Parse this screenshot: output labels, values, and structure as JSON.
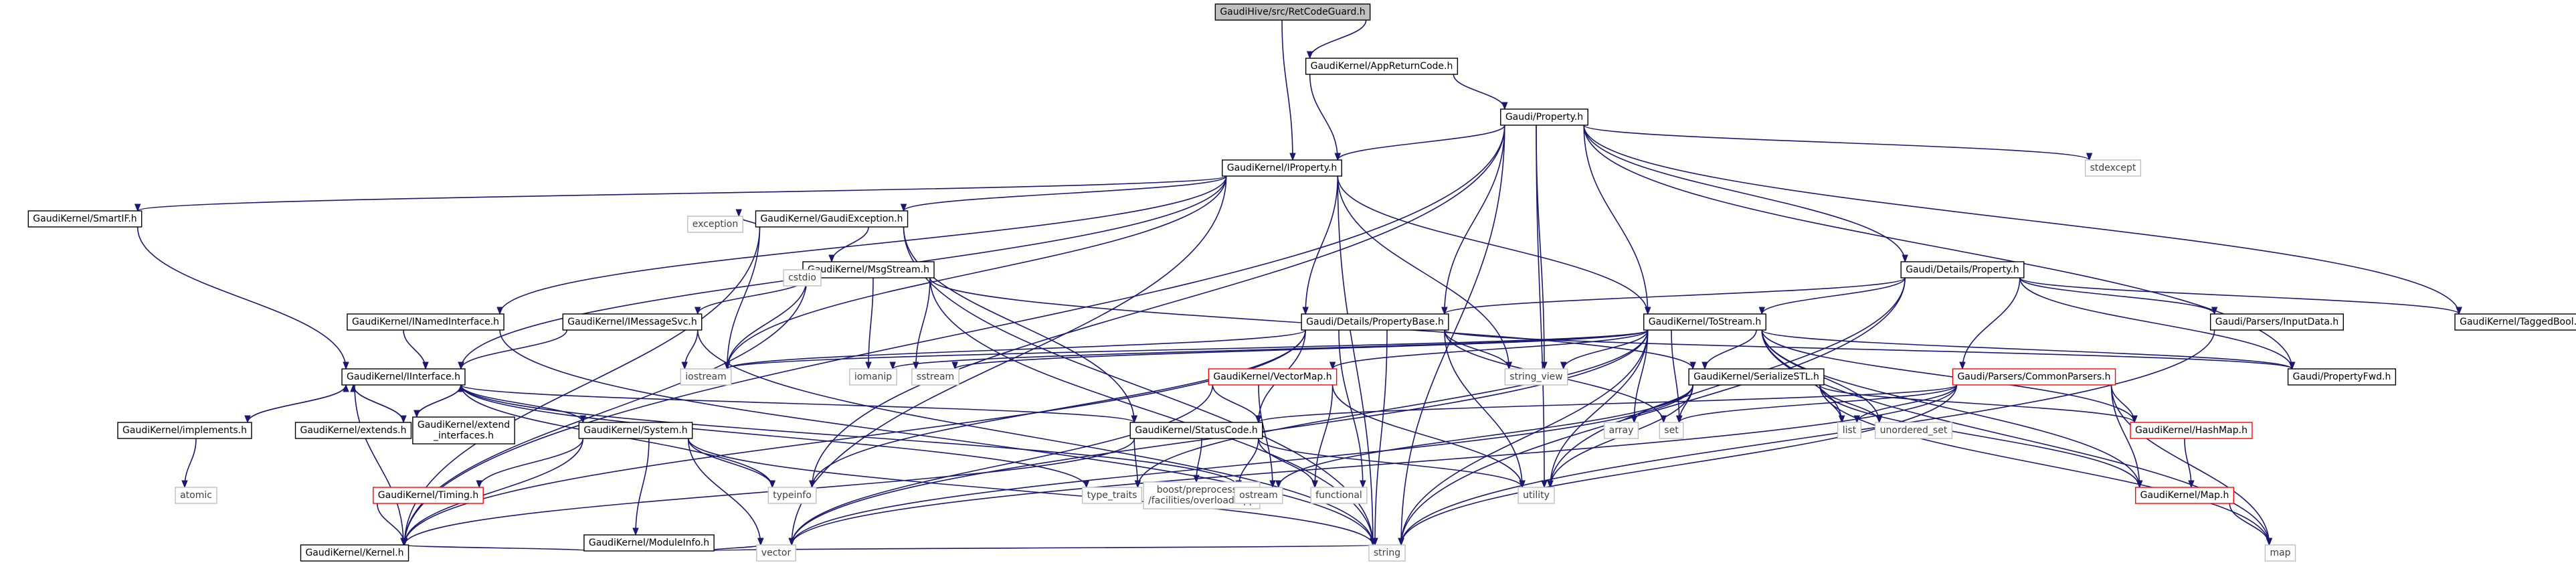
{
  "graph": {
    "nodes": [
      {
        "id": "n_root",
        "label": "GaudiHive/src/RetCodeGuard.h",
        "style": "root"
      },
      {
        "id": "n_apprc",
        "label": "GaudiKernel/AppReturnCode.h",
        "style": "box"
      },
      {
        "id": "n_prop",
        "label": "Gaudi/Property.h",
        "style": "box"
      },
      {
        "id": "n_iprop",
        "label": "GaudiKernel/IProperty.h",
        "style": "box"
      },
      {
        "id": "n_stdexcept",
        "label": "stdexcept",
        "style": "leaf"
      },
      {
        "id": "n_smartif",
        "label": "GaudiKernel/SmartIF.h",
        "style": "box"
      },
      {
        "id": "n_gexc",
        "label": "GaudiKernel/GaudiException.h",
        "style": "box"
      },
      {
        "id": "n_exception",
        "label": "exception",
        "style": "leaf"
      },
      {
        "id": "n_msgstream",
        "label": "GaudiKernel/MsgStream.h",
        "style": "box"
      },
      {
        "id": "n_cstdio",
        "label": "cstdio",
        "style": "leaf"
      },
      {
        "id": "n_detprop",
        "label": "Gaudi/Details/Property.h",
        "style": "box"
      },
      {
        "id": "n_inamed",
        "label": "GaudiKernel/INamedInterface.h",
        "style": "box"
      },
      {
        "id": "n_imsgsvc",
        "label": "GaudiKernel/IMessageSvc.h",
        "style": "box"
      },
      {
        "id": "n_propbase",
        "label": "Gaudi/Details/PropertyBase.h",
        "style": "box"
      },
      {
        "id": "n_tostream",
        "label": "GaudiKernel/ToStream.h",
        "style": "box"
      },
      {
        "id": "n_inputdata",
        "label": "Gaudi/Parsers/InputData.h",
        "style": "box"
      },
      {
        "id": "n_taggedbool",
        "label": "GaudiKernel/TaggedBool.h",
        "style": "box"
      },
      {
        "id": "n_iinterface",
        "label": "GaudiKernel/IInterface.h",
        "style": "box"
      },
      {
        "id": "n_iostream",
        "label": "iostream",
        "style": "leaf"
      },
      {
        "id": "n_iomanip",
        "label": "iomanip",
        "style": "leaf"
      },
      {
        "id": "n_sstream",
        "label": "sstream",
        "style": "leaf"
      },
      {
        "id": "n_string_view",
        "label": "string_view",
        "style": "leaf"
      },
      {
        "id": "n_vectormap",
        "label": "GaudiKernel/VectorMap.h",
        "style": "red"
      },
      {
        "id": "n_serialize",
        "label": "GaudiKernel/SerializeSTL.h",
        "style": "box"
      },
      {
        "id": "n_commonparsers",
        "label": "Gaudi/Parsers/CommonParsers.h",
        "style": "red"
      },
      {
        "id": "n_propfwd",
        "label": "Gaudi/PropertyFwd.h",
        "style": "box"
      },
      {
        "id": "n_implements",
        "label": "GaudiKernel/implements.h",
        "style": "box"
      },
      {
        "id": "n_extends",
        "label": "GaudiKernel/extends.h",
        "style": "box"
      },
      {
        "id": "n_extendif",
        "label": "GaudiKernel/extend\n_interfaces.h",
        "style": "box"
      },
      {
        "id": "n_system",
        "label": "GaudiKernel/System.h",
        "style": "box"
      },
      {
        "id": "n_statuscode",
        "label": "GaudiKernel/StatusCode.h",
        "style": "box"
      },
      {
        "id": "n_array",
        "label": "array",
        "style": "leaf"
      },
      {
        "id": "n_set",
        "label": "set",
        "style": "leaf"
      },
      {
        "id": "n_list",
        "label": "list",
        "style": "leaf"
      },
      {
        "id": "n_unordered_set",
        "label": "unordered_set",
        "style": "leaf"
      },
      {
        "id": "n_hashmap",
        "label": "GaudiKernel/HashMap.h",
        "style": "red"
      },
      {
        "id": "n_atomic",
        "label": "atomic",
        "style": "leaf"
      },
      {
        "id": "n_timing",
        "label": "GaudiKernel/Timing.h",
        "style": "red"
      },
      {
        "id": "n_typeinfo",
        "label": "typeinfo",
        "style": "leaf"
      },
      {
        "id": "n_type_traits",
        "label": "type_traits",
        "style": "leaf"
      },
      {
        "id": "n_boostpp",
        "label": "boost/preprocessor\n/facilities/overload.hpp",
        "style": "leaf"
      },
      {
        "id": "n_ostream",
        "label": "ostream",
        "style": "leaf"
      },
      {
        "id": "n_functional",
        "label": "functional",
        "style": "leaf"
      },
      {
        "id": "n_utility",
        "label": "utility",
        "style": "leaf"
      },
      {
        "id": "n_map_h",
        "label": "GaudiKernel/Map.h",
        "style": "red"
      },
      {
        "id": "n_moduleinfo",
        "label": "GaudiKernel/ModuleInfo.h",
        "style": "box"
      },
      {
        "id": "n_kernel",
        "label": "GaudiKernel/Kernel.h",
        "style": "box"
      },
      {
        "id": "n_vector",
        "label": "vector",
        "style": "leaf"
      },
      {
        "id": "n_string",
        "label": "string",
        "style": "leaf"
      },
      {
        "id": "n_map",
        "label": "map",
        "style": "leaf"
      }
    ],
    "edges": [
      [
        "n_root",
        "n_apprc"
      ],
      [
        "n_root",
        "n_iprop"
      ],
      [
        "n_apprc",
        "n_prop"
      ],
      [
        "n_apprc",
        "n_iprop"
      ],
      [
        "n_prop",
        "n_iprop"
      ],
      [
        "n_prop",
        "n_stdexcept"
      ],
      [
        "n_prop",
        "n_detprop"
      ],
      [
        "n_prop",
        "n_propbase"
      ],
      [
        "n_prop",
        "n_tostream"
      ],
      [
        "n_prop",
        "n_taggedbool"
      ],
      [
        "n_prop",
        "n_propfwd"
      ],
      [
        "n_prop",
        "n_string_view"
      ],
      [
        "n_prop",
        "n_utility"
      ],
      [
        "n_prop",
        "n_string"
      ],
      [
        "n_prop",
        "n_kernel"
      ],
      [
        "n_prop",
        "n_typeinfo"
      ],
      [
        "n_iprop",
        "n_smartif"
      ],
      [
        "n_iprop",
        "n_gexc"
      ],
      [
        "n_iprop",
        "n_inamed"
      ],
      [
        "n_iprop",
        "n_iinterface"
      ],
      [
        "n_iprop",
        "n_propbase"
      ],
      [
        "n_iprop",
        "n_tostream"
      ],
      [
        "n_iprop",
        "n_iostream"
      ],
      [
        "n_iprop",
        "n_string_view"
      ],
      [
        "n_iprop",
        "n_string"
      ],
      [
        "n_iprop",
        "n_vector"
      ],
      [
        "n_smartif",
        "n_iinterface"
      ],
      [
        "n_gexc",
        "n_exception"
      ],
      [
        "n_gexc",
        "n_msgstream"
      ],
      [
        "n_gexc",
        "n_iostream"
      ],
      [
        "n_gexc",
        "n_statuscode"
      ],
      [
        "n_gexc",
        "n_kernel"
      ],
      [
        "n_gexc",
        "n_string"
      ],
      [
        "n_msgstream",
        "n_imsgsvc"
      ],
      [
        "n_msgstream",
        "n_serialize"
      ],
      [
        "n_msgstream",
        "n_cstdio"
      ],
      [
        "n_msgstream",
        "n_iomanip"
      ],
      [
        "n_msgstream",
        "n_sstream"
      ],
      [
        "n_msgstream",
        "n_iostream"
      ],
      [
        "n_msgstream",
        "n_string"
      ],
      [
        "n_msgstream",
        "n_kernel"
      ],
      [
        "n_detprop",
        "n_propbase"
      ],
      [
        "n_detprop",
        "n_tostream"
      ],
      [
        "n_detprop",
        "n_inputdata"
      ],
      [
        "n_detprop",
        "n_commonparsers"
      ],
      [
        "n_detprop",
        "n_taggedbool"
      ],
      [
        "n_detprop",
        "n_propfwd"
      ],
      [
        "n_detprop",
        "n_utility"
      ],
      [
        "n_detprop",
        "n_string"
      ],
      [
        "n_inamed",
        "n_iinterface"
      ],
      [
        "n_inamed",
        "n_string"
      ],
      [
        "n_imsgsvc",
        "n_iinterface"
      ],
      [
        "n_imsgsvc",
        "n_iostream"
      ],
      [
        "n_imsgsvc",
        "n_string"
      ],
      [
        "n_propbase",
        "n_propfwd"
      ],
      [
        "n_propbase",
        "n_iostream"
      ],
      [
        "n_propbase",
        "n_string_view"
      ],
      [
        "n_propbase",
        "n_statuscode"
      ],
      [
        "n_propbase",
        "n_functional"
      ],
      [
        "n_propbase",
        "n_set"
      ],
      [
        "n_propbase",
        "n_string"
      ],
      [
        "n_propbase",
        "n_utility"
      ],
      [
        "n_propbase",
        "n_typeinfo"
      ],
      [
        "n_propbase",
        "n_kernel"
      ],
      [
        "n_tostream",
        "n_serialize"
      ],
      [
        "n_tostream",
        "n_vectormap"
      ],
      [
        "n_tostream",
        "n_hashmap"
      ],
      [
        "n_tostream",
        "n_map_h"
      ],
      [
        "n_tostream",
        "n_iostream"
      ],
      [
        "n_tostream",
        "n_iomanip"
      ],
      [
        "n_tostream",
        "n_sstream"
      ],
      [
        "n_tostream",
        "n_string_view"
      ],
      [
        "n_tostream",
        "n_array"
      ],
      [
        "n_tostream",
        "n_set"
      ],
      [
        "n_tostream",
        "n_list"
      ],
      [
        "n_tostream",
        "n_unordered_set"
      ],
      [
        "n_tostream",
        "n_type_traits"
      ],
      [
        "n_tostream",
        "n_utility"
      ],
      [
        "n_tostream",
        "n_vector"
      ],
      [
        "n_tostream",
        "n_map"
      ],
      [
        "n_tostream",
        "n_string"
      ],
      [
        "n_tostream",
        "n_propfwd"
      ],
      [
        "n_inputdata",
        "n_string"
      ],
      [
        "n_iinterface",
        "n_implements"
      ],
      [
        "n_iinterface",
        "n_extends"
      ],
      [
        "n_iinterface",
        "n_extendif"
      ],
      [
        "n_iinterface",
        "n_system"
      ],
      [
        "n_iinterface",
        "n_statuscode"
      ],
      [
        "n_iinterface",
        "n_kernel"
      ],
      [
        "n_iinterface",
        "n_typeinfo"
      ],
      [
        "n_iinterface",
        "n_ostream"
      ],
      [
        "n_iinterface",
        "n_type_traits"
      ],
      [
        "n_implements",
        "n_iinterface"
      ],
      [
        "n_implements",
        "n_atomic"
      ],
      [
        "n_extends",
        "n_iinterface"
      ],
      [
        "n_extendif",
        "n_iinterface"
      ],
      [
        "n_vectormap",
        "n_statuscode"
      ],
      [
        "n_vectormap",
        "n_utility"
      ],
      [
        "n_vectormap",
        "n_functional"
      ],
      [
        "n_vectormap",
        "n_ostream"
      ],
      [
        "n_vectormap",
        "n_vector"
      ],
      [
        "n_serialize",
        "n_map_h"
      ],
      [
        "n_serialize",
        "n_hashmap"
      ],
      [
        "n_serialize",
        "n_array"
      ],
      [
        "n_serialize",
        "n_set"
      ],
      [
        "n_serialize",
        "n_list"
      ],
      [
        "n_serialize",
        "n_unordered_set"
      ],
      [
        "n_serialize",
        "n_ostream"
      ],
      [
        "n_serialize",
        "n_utility"
      ],
      [
        "n_serialize",
        "n_vector"
      ],
      [
        "n_serialize",
        "n_map"
      ],
      [
        "n_commonparsers",
        "n_statuscode"
      ],
      [
        "n_commonparsers",
        "n_hashmap"
      ],
      [
        "n_commonparsers",
        "n_map_h"
      ],
      [
        "n_commonparsers",
        "n_list"
      ],
      [
        "n_commonparsers",
        "n_set"
      ],
      [
        "n_commonparsers",
        "n_string"
      ],
      [
        "n_commonparsers",
        "n_vector"
      ],
      [
        "n_commonparsers",
        "n_map"
      ],
      [
        "n_system",
        "n_timing"
      ],
      [
        "n_system",
        "n_moduleinfo"
      ],
      [
        "n_system",
        "n_kernel"
      ],
      [
        "n_system",
        "n_typeinfo"
      ],
      [
        "n_system",
        "n_string"
      ],
      [
        "n_system",
        "n_vector"
      ],
      [
        "n_statuscode",
        "n_boostpp"
      ],
      [
        "n_statuscode",
        "n_ostream"
      ],
      [
        "n_statuscode",
        "n_type_traits"
      ],
      [
        "n_statuscode",
        "n_functional"
      ],
      [
        "n_statuscode",
        "n_utility"
      ],
      [
        "n_statuscode",
        "n_kernel"
      ],
      [
        "n_hashmap",
        "n_map_h"
      ],
      [
        "n_map_h",
        "n_map"
      ],
      [
        "n_timing",
        "n_kernel"
      ],
      [
        "n_moduleinfo",
        "n_kernel"
      ],
      [
        "n_moduleinfo",
        "n_string"
      ],
      [
        "n_moduleinfo",
        "n_vector"
      ]
    ],
    "colors": {
      "root_fill": "#bfbfbf",
      "box_stroke": "#000000",
      "leaf_stroke": "#bfbfbf",
      "red_stroke": "#ff0000",
      "leaf_text": "#404040",
      "edge": "#191970"
    }
  }
}
